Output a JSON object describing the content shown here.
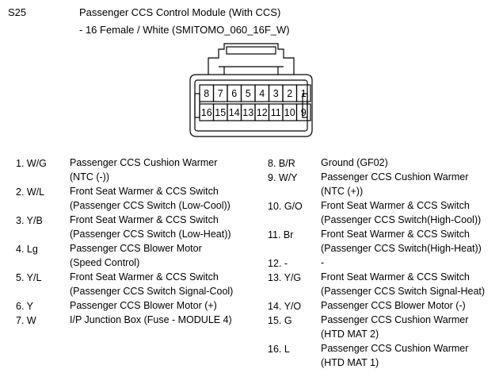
{
  "header": {
    "code": "S25",
    "title": "Passenger CCS Control Module (With CCS)",
    "subtitle": "- 16 Female / White (SMITOMO_060_16F_W)"
  },
  "connector": {
    "top_row": [
      "8",
      "7",
      "6",
      "5",
      "4",
      "3",
      "2",
      "1"
    ],
    "bottom_row": [
      "16",
      "15",
      "14",
      "13",
      "12",
      "11",
      "10",
      "9"
    ]
  },
  "pins_left": [
    {
      "num": "1. W/G",
      "lines": [
        "Passenger CCS Cushion Warmer",
        "(NTC (-))"
      ]
    },
    {
      "num": "2. W/L",
      "lines": [
        "Front Seat Warmer & CCS Switch",
        "(Passenger CCS Switch (Low-Cool))"
      ]
    },
    {
      "num": "3. Y/B",
      "lines": [
        "Front Seat Warmer & CCS Switch",
        "(Passenger CCS Switch (Low-Heat))"
      ]
    },
    {
      "num": "4. Lg",
      "lines": [
        "Passenger CCS Blower Motor",
        "(Speed Control)"
      ]
    },
    {
      "num": "5. Y/L",
      "lines": [
        "Front Seat Warmer & CCS Switch",
        "(Passenger CCS Switch Signal-Cool)"
      ]
    },
    {
      "num": "6. Y",
      "lines": [
        "Passenger CCS Blower Motor (+)"
      ]
    },
    {
      "num": "7. W",
      "lines": [
        "I/P Junction Box (Fuse - MODULE 4)"
      ]
    }
  ],
  "pins_right": [
    {
      "num": "8. B/R",
      "lines": [
        "Ground (GF02)"
      ]
    },
    {
      "num": "9. W/Y",
      "lines": [
        "Passenger CCS Cushion Warmer",
        "(NTC (+))"
      ]
    },
    {
      "num": "10. G/O",
      "lines": [
        "Front Seat Warmer & CCS Switch",
        "(Passenger CCS Switch(High-Cool))"
      ]
    },
    {
      "num": "11. Br",
      "lines": [
        "Front Seat Warmer & CCS Switch",
        "(Passenger CCS Switch(High-Heat))"
      ]
    },
    {
      "num": "12. -",
      "lines": [
        "-"
      ]
    },
    {
      "num": "13. Y/G",
      "lines": [
        "Front Seat Warmer & CCS Switch",
        "(Passenger CCS Switch Signal-Heat)"
      ]
    },
    {
      "num": "14. Y/O",
      "lines": [
        "Passenger CCS Blower Motor (-)"
      ]
    },
    {
      "num": "15. G",
      "lines": [
        "Passenger CCS Cushion Warmer",
        "(HTD MAT 2)"
      ]
    },
    {
      "num": "16. L",
      "lines": [
        "Passenger CCS Cushion Warmer",
        "(HTD MAT 1)"
      ]
    }
  ]
}
